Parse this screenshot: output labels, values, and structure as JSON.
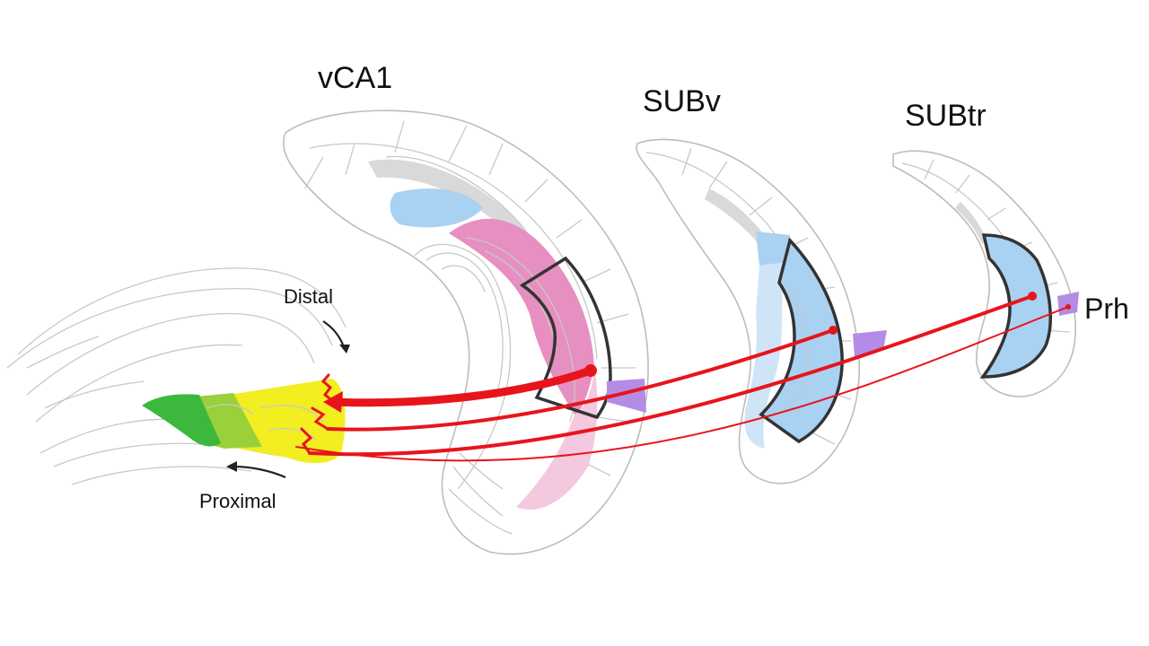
{
  "labels": {
    "vca1": "vCA1",
    "subv": "SUBv",
    "subtr": "SUBtr",
    "prh": "Prh",
    "distal": "Distal",
    "proximal": "Proximal"
  },
  "colors": {
    "vca1_region": "#e78fc0",
    "vca1_light": "#f4c8de",
    "subiculum_blue": "#a9d1f2",
    "blue_dark": "#8fbde8",
    "perirhinal": "#b48ce6",
    "projection": "#e8141c",
    "target_distal": "#f2ee20",
    "target_middle": "#9ad13a",
    "target_proximal": "#3cb83c",
    "outline": "#333333",
    "gray_layer": "#cfcfcf"
  },
  "icons": {
    "distal_arrow": "curved-arrow-icon",
    "proximal_arrow": "left-arrow-icon"
  }
}
